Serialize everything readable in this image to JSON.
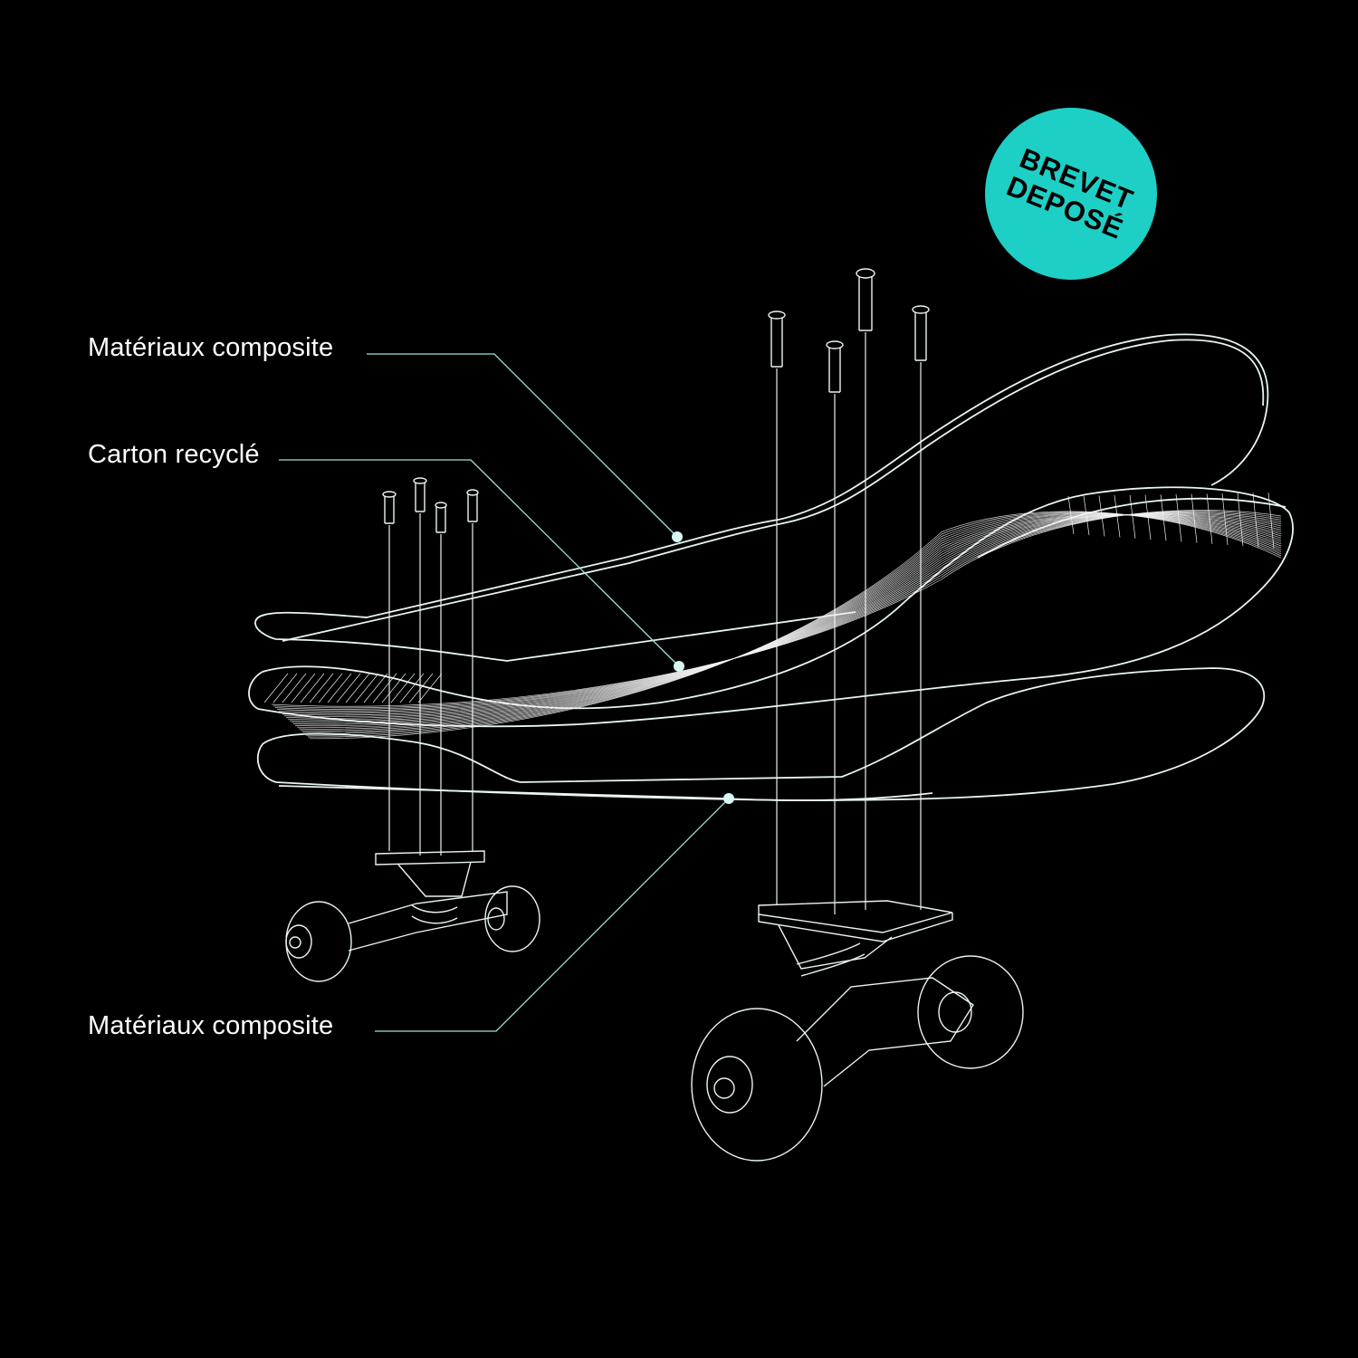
{
  "labels": [
    {
      "text": "Matériaux composite"
    },
    {
      "text": "Carton recyclé"
    },
    {
      "text": "Matériaux composite"
    }
  ],
  "badge": {
    "line1": "BREVET",
    "line2": "DEPOSÉ",
    "color": "#1ecfc5"
  },
  "colors": {
    "background": "#000000",
    "line": "#e9f4f3",
    "leader": "#9fe1da"
  }
}
